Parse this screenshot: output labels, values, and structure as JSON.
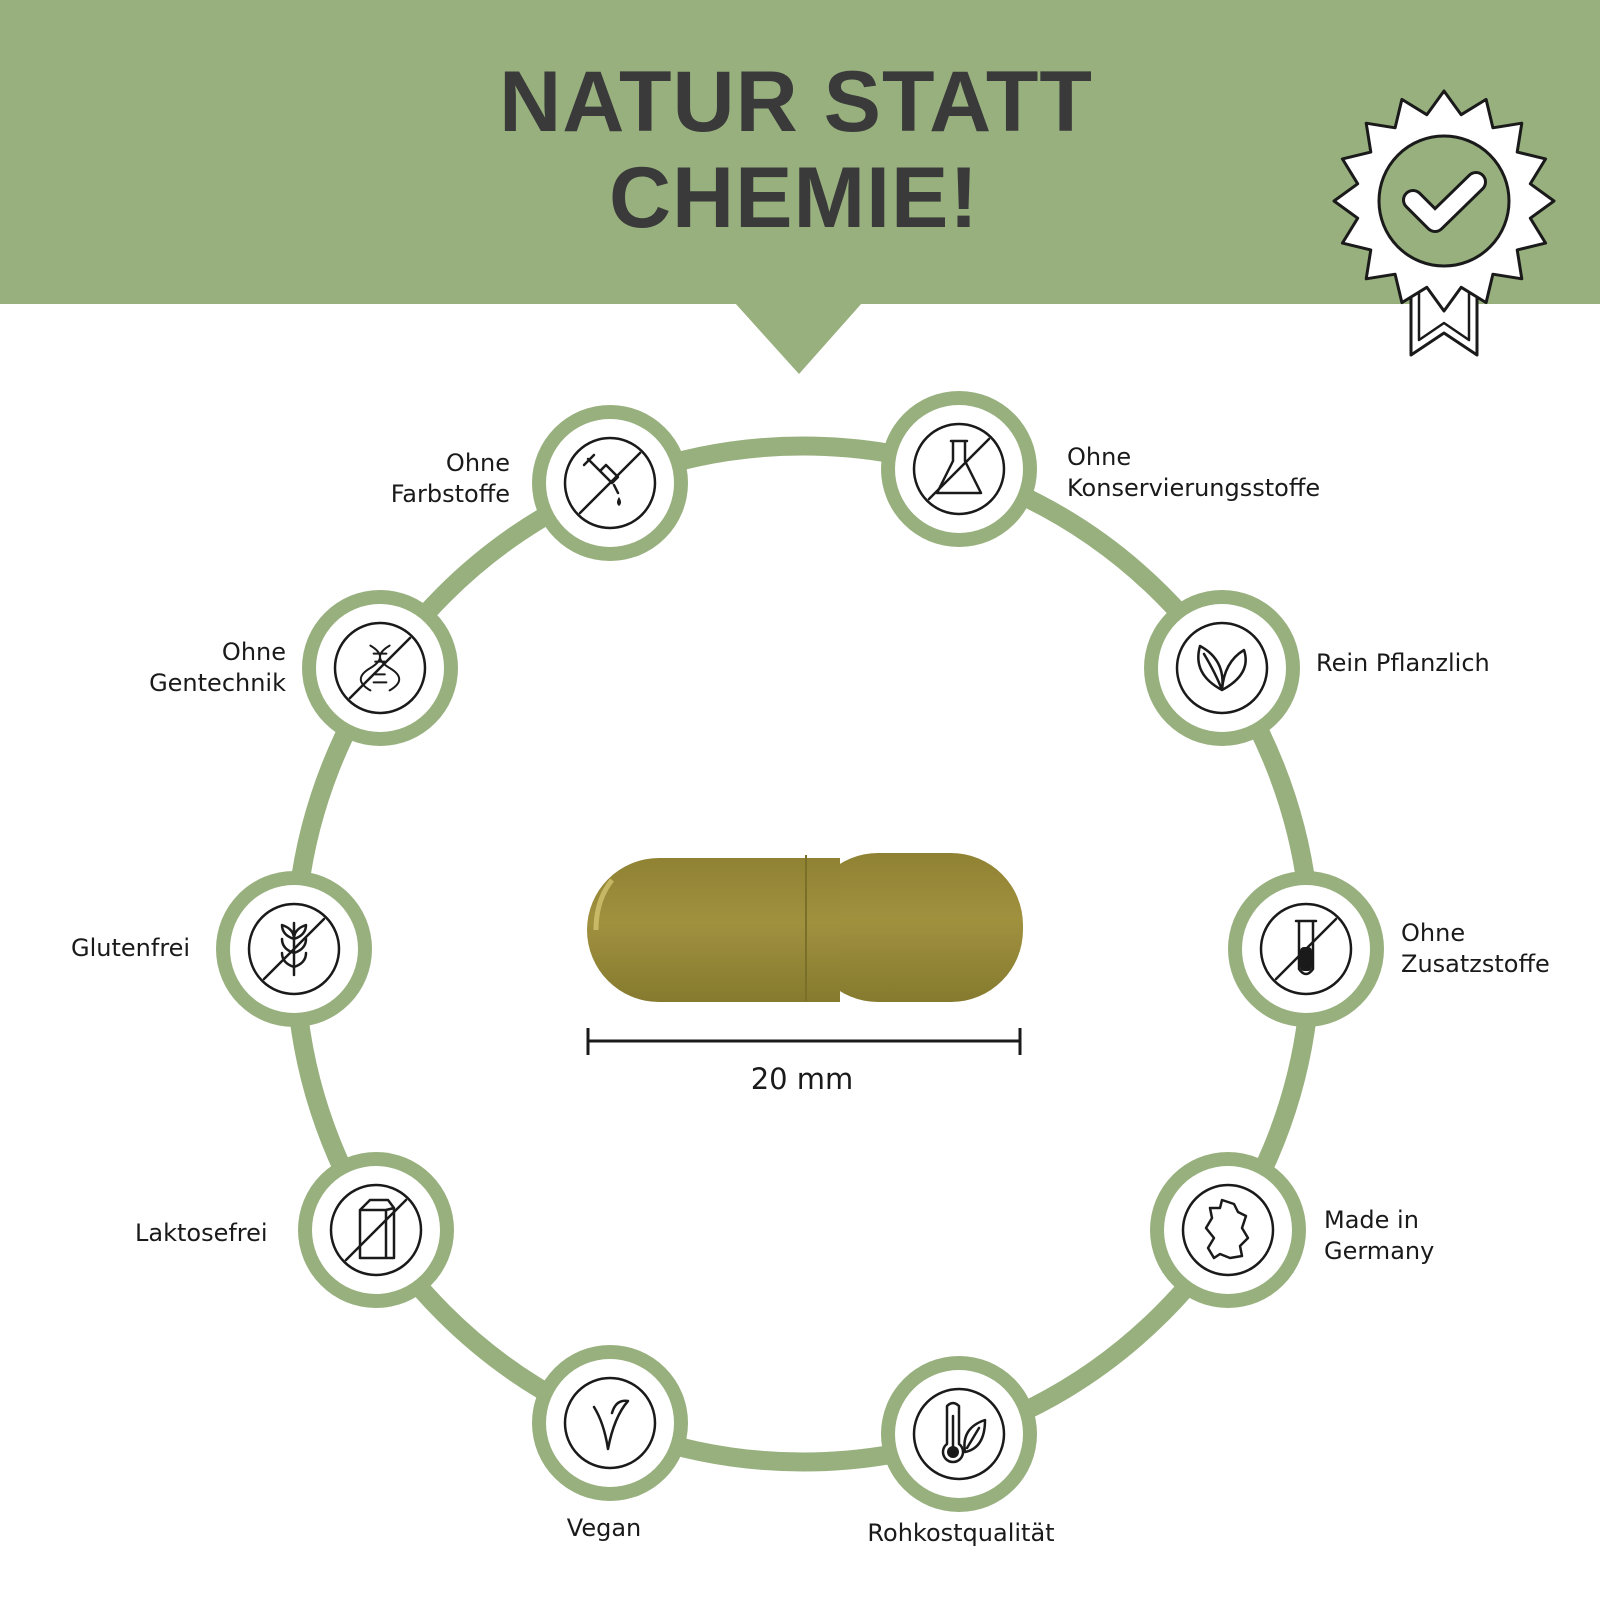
{
  "header": {
    "title_line1": "NATUR STATT",
    "title_line2": "CHEMIE!",
    "badge_icon": "quality-seal-check-icon"
  },
  "colors": {
    "brand_green": "#98b07e",
    "text_dark": "#3a3a3a",
    "capsule": "#9a8c3c"
  },
  "product": {
    "scale_label": "20 mm",
    "image": "capsule"
  },
  "features": [
    {
      "icon": "no-dye-dropper-icon",
      "lines": [
        "Ohne",
        "Farbstoffe"
      ]
    },
    {
      "icon": "no-preservatives-flask-icon",
      "lines": [
        "Ohne",
        "Konservierungsstoffe"
      ]
    },
    {
      "icon": "no-gmo-dna-icon",
      "lines": [
        "Ohne",
        "Gentechnik"
      ]
    },
    {
      "icon": "plant-leaves-icon",
      "lines": [
        "Rein Pflanzlich"
      ]
    },
    {
      "icon": "gluten-free-wheat-icon",
      "lines": [
        "Glutenfrei"
      ]
    },
    {
      "icon": "no-additives-test-tube-icon",
      "lines": [
        "Ohne",
        "Zusatzstoffe"
      ]
    },
    {
      "icon": "lactose-free-milk-carton-icon",
      "lines": [
        "Laktosefrei"
      ]
    },
    {
      "icon": "germany-map-icon",
      "lines": [
        "Made in",
        "Germany"
      ]
    },
    {
      "icon": "vegan-v-leaf-icon",
      "lines": [
        "Vegan"
      ]
    },
    {
      "icon": "raw-quality-thermometer-leaf-icon",
      "lines": [
        "Rohkostqualität"
      ]
    }
  ]
}
